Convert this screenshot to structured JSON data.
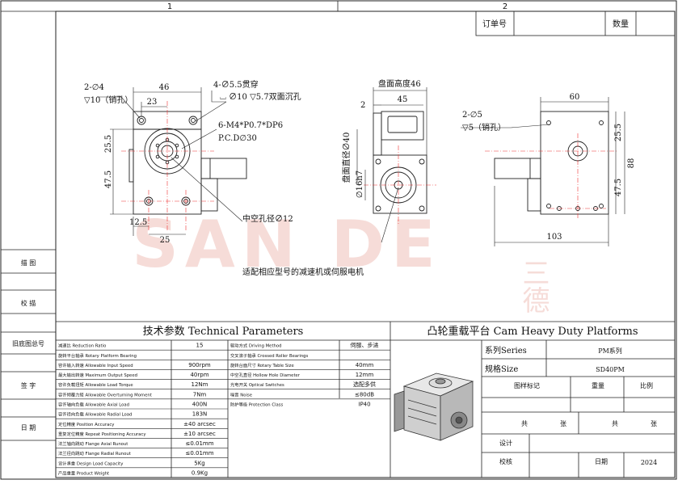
{
  "grid": {
    "col1": "1",
    "col2": "2"
  },
  "header_box": {
    "order_no_label": "订单号",
    "order_no_value": "",
    "qty_label": "数量",
    "qty_value": ""
  },
  "left_margin": {
    "trace": "描 图",
    "proof": "校 描",
    "old_drawing": "旧底图总号",
    "sign": "签 字",
    "date": "日 期"
  },
  "watermark": {
    "text": "SAN DE",
    "cn": "三德"
  },
  "dims": {
    "front": {
      "holes_top": "2-∅4",
      "holes_top_sub": "▽10（销孔）",
      "w46": "46",
      "w23": "23",
      "cbore": "4-∅5.5贯穿",
      "cbore_sub": "⌴ ∅10 ▽5.7双面沉孔",
      "tap": "6-M4*P0.7*DP6",
      "pcd": "P.C.D∅30",
      "h255": "25.5",
      "h475": "47.5",
      "w125": "12.5",
      "w25": "25",
      "hollow": "中空孔径∅12"
    },
    "side": {
      "disk_h": "盘面高度46",
      "w45": "45",
      "w2": "2",
      "dia40": "盘面直径∅40",
      "dia16": "∅16h7"
    },
    "right": {
      "holes": "2-∅5",
      "holes_sub": "▽5（销孔）",
      "w60": "60",
      "h255": "25.5",
      "h88": "88",
      "h475": "47.5",
      "w103": "103"
    },
    "note": "适配相应型号的减速机或伺服电机"
  },
  "tech": {
    "title": "技术参数  Technical Parameters",
    "rows": [
      {
        "k": "减速比 Reduction Ratio",
        "v": "15",
        "k2": "驱动方式 Driving Method",
        "v2": "伺服、步进"
      },
      {
        "k": "旋转平台轴承 Rotary Platform Bearing",
        "v": "",
        "k2": "交叉滚子轴承 Crossed Roller Bearings",
        "v2": ""
      },
      {
        "k": "容许输入转速 Allowable Input Speed",
        "v": "900rpm",
        "k2": "旋转台面尺寸 Rotary Table Size",
        "v2": "40mm"
      },
      {
        "k": "最大输出转速 Maximum Output Speed",
        "v": "40rpm",
        "k2": "中空孔直径 Hollow Hole Diameter",
        "v2": "12mm"
      },
      {
        "k": "容许负载扭矩 Allowable Load Torque",
        "v": "12Nm",
        "k2": "光电开关 Optical Switches",
        "v2": "选配多供"
      },
      {
        "k": "容许倾覆力矩 Allowable Overturning Moment",
        "v": "7Nm",
        "k2": "噪音 Noise",
        "v2": "≤80dB"
      },
      {
        "k": "容许轴向负载 Allowable Axial Load",
        "v": "400N",
        "k2": "防护等级 Protection Class",
        "v2": "IP40"
      },
      {
        "k": "容许径向负载 Allowable Radial Load",
        "v": "183N",
        "k2": "",
        "v2": ""
      },
      {
        "k": "定位精度 Position Accuracy",
        "v": "±40 arcsec",
        "k2": "",
        "v2": ""
      },
      {
        "k": "重复定位精度 Repeat Positioning Accuracy",
        "v": "±10 arcsec",
        "k2": "",
        "v2": ""
      },
      {
        "k": "法兰轴向跳动 Flange Axial Runout",
        "v": "≤0.01mm",
        "k2": "",
        "v2": ""
      },
      {
        "k": "法兰径向跳动 Flange Radial Runout",
        "v": "≤0.01mm",
        "k2": "",
        "v2": ""
      },
      {
        "k": "设计承重 Design Load Capacity",
        "v": "5Kg",
        "k2": "",
        "v2": ""
      },
      {
        "k": "产品重量 Product Weight",
        "v": "0.9Kg",
        "k2": "",
        "v2": ""
      }
    ]
  },
  "title_block": {
    "title": "凸轮重载平台 Cam Heavy Duty Platforms",
    "series_label": "系列Series",
    "series_value": "PM系列",
    "size_label": "规格Size",
    "size_value": "SD40PM",
    "mark_label": "图样标记",
    "weight_label": "重量",
    "scale_label": "比例",
    "total_label": "共",
    "sheet_label": "张",
    "total2_label": "共",
    "sheet2_label": "张",
    "design_label": "设计",
    "check_label": "校核",
    "date_label": "日期",
    "date_value": "2024"
  }
}
